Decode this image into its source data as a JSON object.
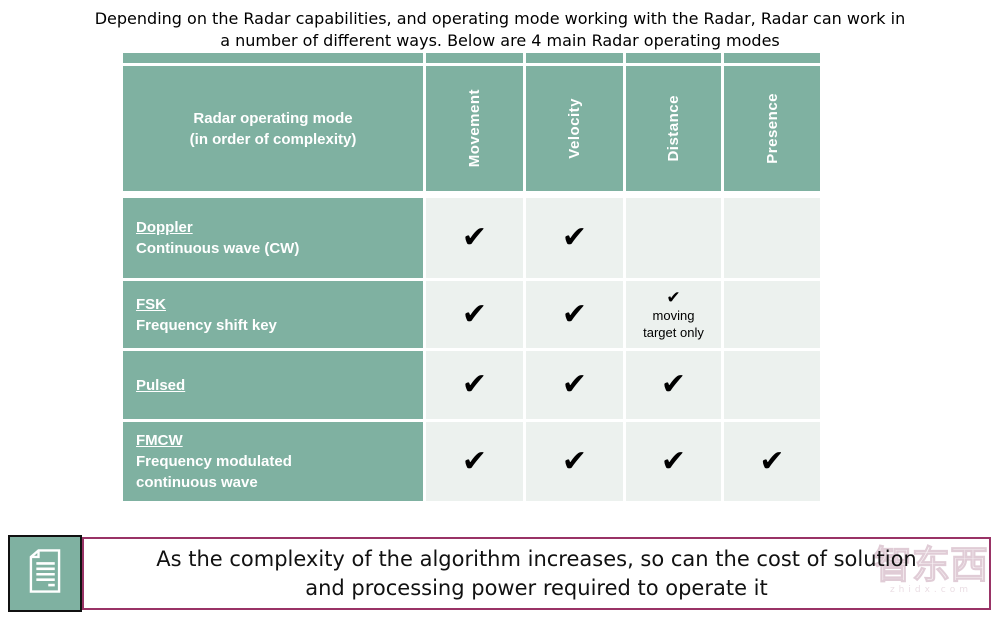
{
  "title": {
    "line1": "Depending on the Radar capabilities, and operating mode working with the Radar, Radar can work in",
    "line2": "a number of different ways. Below are 4 main Radar operating modes"
  },
  "table": {
    "corner_header_line1": "Radar operating mode",
    "corner_header_line2": "(in order of complexity)",
    "columns": [
      "Movement",
      "Velocity",
      "Distance",
      "Presence"
    ],
    "rows": [
      {
        "name": "Doppler",
        "desc1": "Continuous wave (CW)",
        "desc2": "",
        "checks": [
          "✔",
          "✔",
          "",
          ""
        ]
      },
      {
        "name": "FSK",
        "desc1": "Frequency shift key",
        "desc2": "",
        "checks": [
          "✔",
          "✔",
          "✔",
          ""
        ],
        "note_line1": "moving",
        "note_line2": "target only"
      },
      {
        "name": "Pulsed",
        "desc1": "",
        "desc2": "",
        "checks": [
          "✔",
          "✔",
          "✔",
          ""
        ]
      },
      {
        "name": "FMCW",
        "desc1": "Frequency modulated",
        "desc2": "continuous wave",
        "checks": [
          "✔",
          "✔",
          "✔",
          "✔"
        ]
      }
    ]
  },
  "note": {
    "line1": "As the complexity of the algorithm increases, so can the cost of solution",
    "line2": "and processing power required to operate it"
  },
  "watermark": {
    "text": "智东西",
    "subtext": "zhidx.com"
  },
  "colors": {
    "table_green": "#7FB1A1",
    "cell_bg": "#ECF1EE",
    "note_border": "#993366"
  }
}
